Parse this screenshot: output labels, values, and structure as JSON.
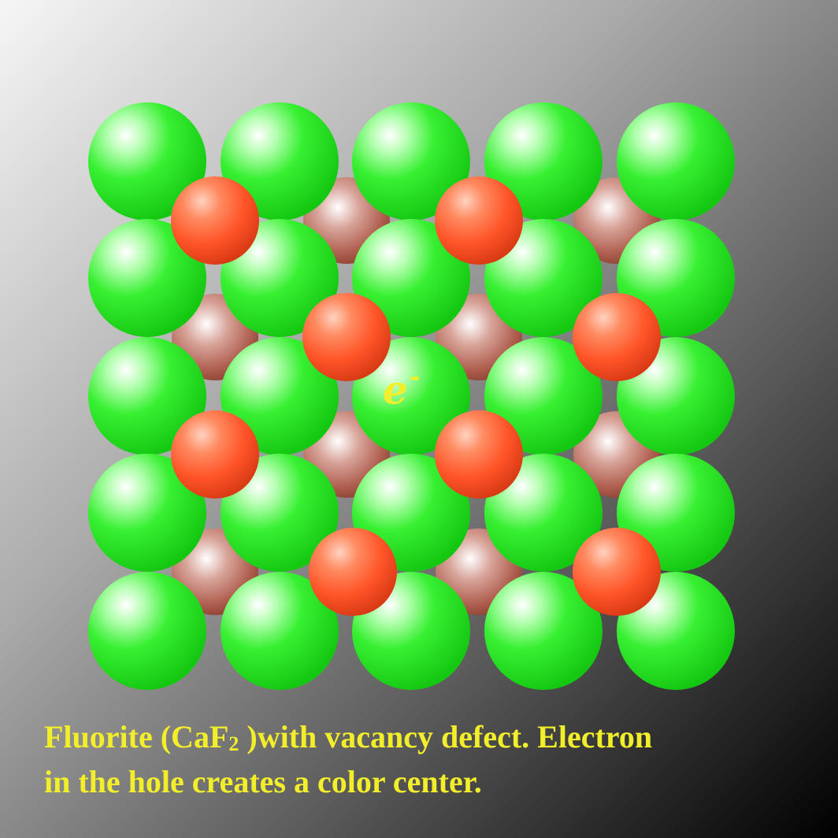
{
  "diagram": {
    "electron": {
      "symbol": "e",
      "charge": "-"
    },
    "caption": {
      "pre": "Fluorite (CaF",
      "subscript": "2",
      "mid": " )with vacancy defect. Electron",
      "line2": "in the hole creates a color center."
    },
    "colors": {
      "fluoride_ion": "#22e61e",
      "calcium_upper": "#ff5a2a",
      "calcium_lower": "#b5665a",
      "text": "#f2ee2a"
    }
  }
}
